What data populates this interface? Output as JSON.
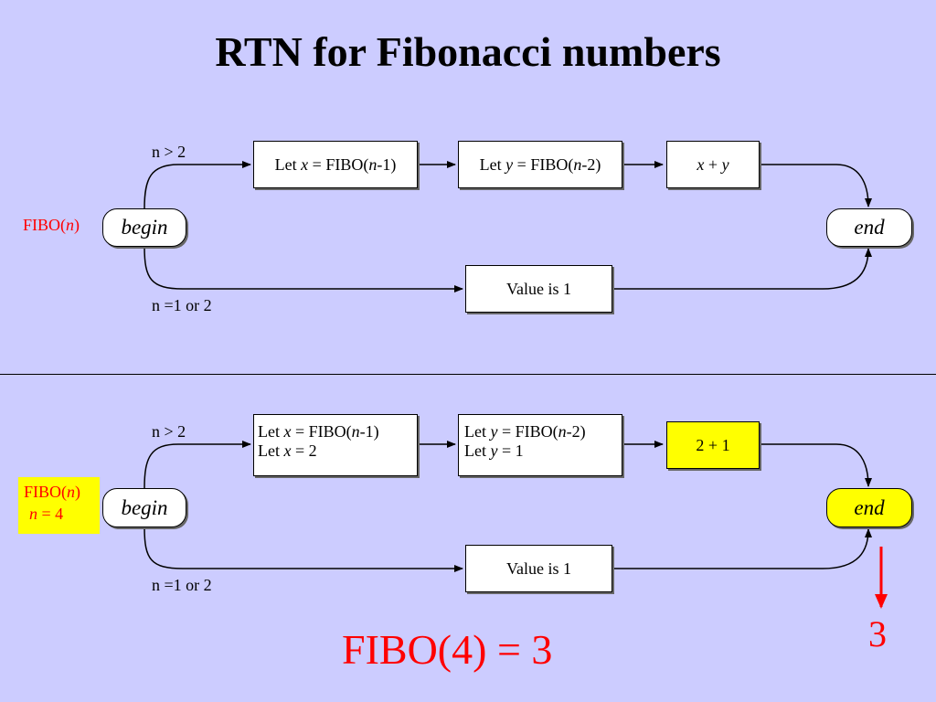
{
  "title": "RTN for Fibonacci numbers",
  "top": {
    "input_label": "FIBO(",
    "input_var": "n",
    "input_close": ")",
    "begin": "begin",
    "end": "end",
    "cond_upper": "n > 2",
    "cond_lower": "n =1 or 2",
    "box1": {
      "pre": "Let ",
      "var": "x",
      "post": " = FIBO(",
      "arg": "n",
      "tail": "-1)"
    },
    "box2": {
      "pre": "Let ",
      "var": "y",
      "post": " = FIBO(",
      "arg": "n",
      "tail": "-2)"
    },
    "box3": {
      "v1": "x",
      "op": " + ",
      "v2": "y"
    },
    "value_box": "Value is 1"
  },
  "bottom": {
    "input_label": "FIBO(",
    "input_var": "n",
    "input_close": ")",
    "input_line2_var": "n",
    "input_line2_rest": " = 4",
    "begin": "begin",
    "end": "end",
    "cond_upper": "n > 2",
    "cond_lower": "n =1 or 2",
    "box1": {
      "pre": "Let ",
      "var": "x",
      "post": " = FIBO(",
      "arg": "n",
      "tail": "-1)",
      "line2_pre": "Let ",
      "line2_var": "x",
      "line2_rest": " = 2"
    },
    "box2": {
      "pre": "Let ",
      "var": "y",
      "post": " = FIBO(",
      "arg": "n",
      "tail": "-2)",
      "line2_pre": "Let ",
      "line2_var": "y",
      "line2_rest": " = 1"
    },
    "box3": "2 + 1",
    "value_box": "Value is 1",
    "result_value": "3",
    "result_text": "FIBO(4) = 3"
  },
  "colors": {
    "background": "#ccccff",
    "highlight": "#ffff00",
    "accent": "#ff0000"
  }
}
